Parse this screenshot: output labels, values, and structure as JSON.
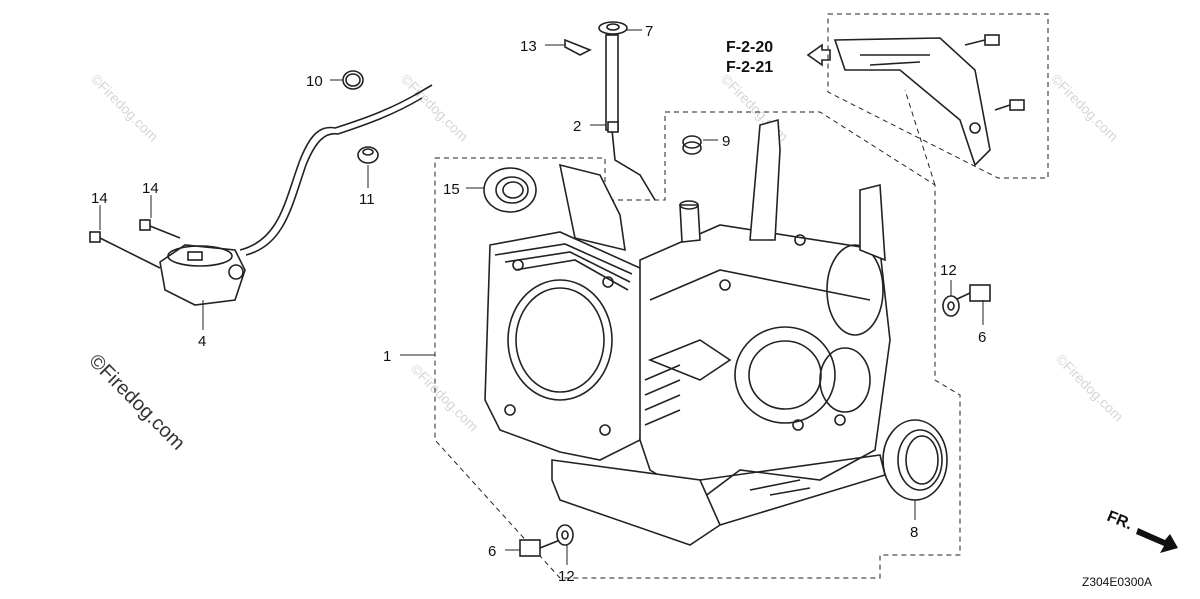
{
  "diagram": {
    "callouts": [
      {
        "id": "c1",
        "text": "1"
      },
      {
        "id": "c2",
        "text": "2"
      },
      {
        "id": "c4",
        "text": "4"
      },
      {
        "id": "c6a",
        "text": "6"
      },
      {
        "id": "c6b",
        "text": "6"
      },
      {
        "id": "c7",
        "text": "7"
      },
      {
        "id": "c8",
        "text": "8"
      },
      {
        "id": "c9",
        "text": "9"
      },
      {
        "id": "c10",
        "text": "10"
      },
      {
        "id": "c11",
        "text": "11"
      },
      {
        "id": "c12a",
        "text": "12"
      },
      {
        "id": "c12b",
        "text": "12"
      },
      {
        "id": "c13",
        "text": "13"
      },
      {
        "id": "c14a",
        "text": "14"
      },
      {
        "id": "c14b",
        "text": "14"
      },
      {
        "id": "c15",
        "text": "15"
      }
    ],
    "references": [
      "F-2-20",
      "F-2-21"
    ],
    "front_label": "FR.",
    "diagram_code": "Z304E0300A",
    "watermark": "©Firedog.com"
  }
}
